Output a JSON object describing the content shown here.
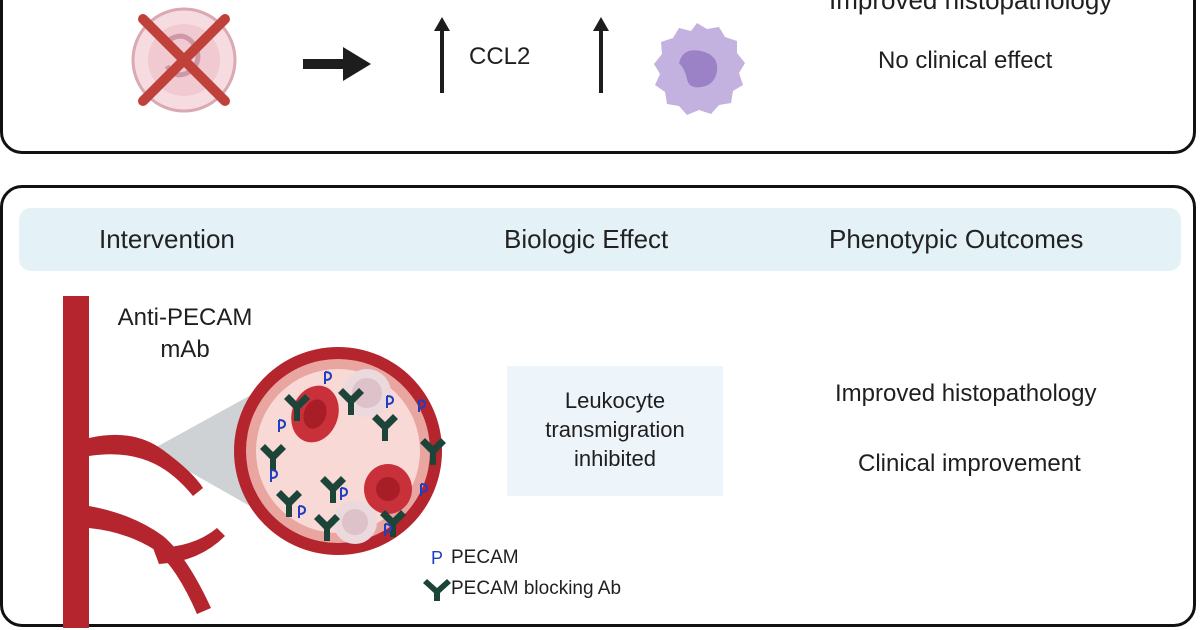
{
  "top_panel": {
    "cut_label": "Improved histopathology",
    "ccl2_label": "CCL2",
    "outcome_no_effect": "No clinical effect"
  },
  "bottom_panel": {
    "headers": {
      "intervention": "Intervention",
      "biologic_effect": "Biologic Effect",
      "phenotypic_outcomes": "Phenotypic Outcomes"
    },
    "intervention_label_line1": "Anti-PECAM",
    "intervention_label_line2": "mAb",
    "effect_line1": "Leukocyte",
    "effect_line2": "transmigration",
    "effect_line3": "inhibited",
    "outcome_1": "Improved histopathology",
    "outcome_2": "Clinical improvement",
    "legend": [
      {
        "symbol": "P",
        "label": "PECAM"
      },
      {
        "symbol": "antibody",
        "label": "PECAM blocking Ab"
      }
    ]
  },
  "colors": {
    "vessel": "#b5252d",
    "blood_cell": "#c8313a",
    "lumen": "#f8d9d6",
    "antibody": "#1c4438",
    "pecam": "#1f3fbf",
    "neutrophil": "#b9a4d9",
    "header_bg": "#e4f1f7",
    "effect_bg": "#edf4fa"
  }
}
